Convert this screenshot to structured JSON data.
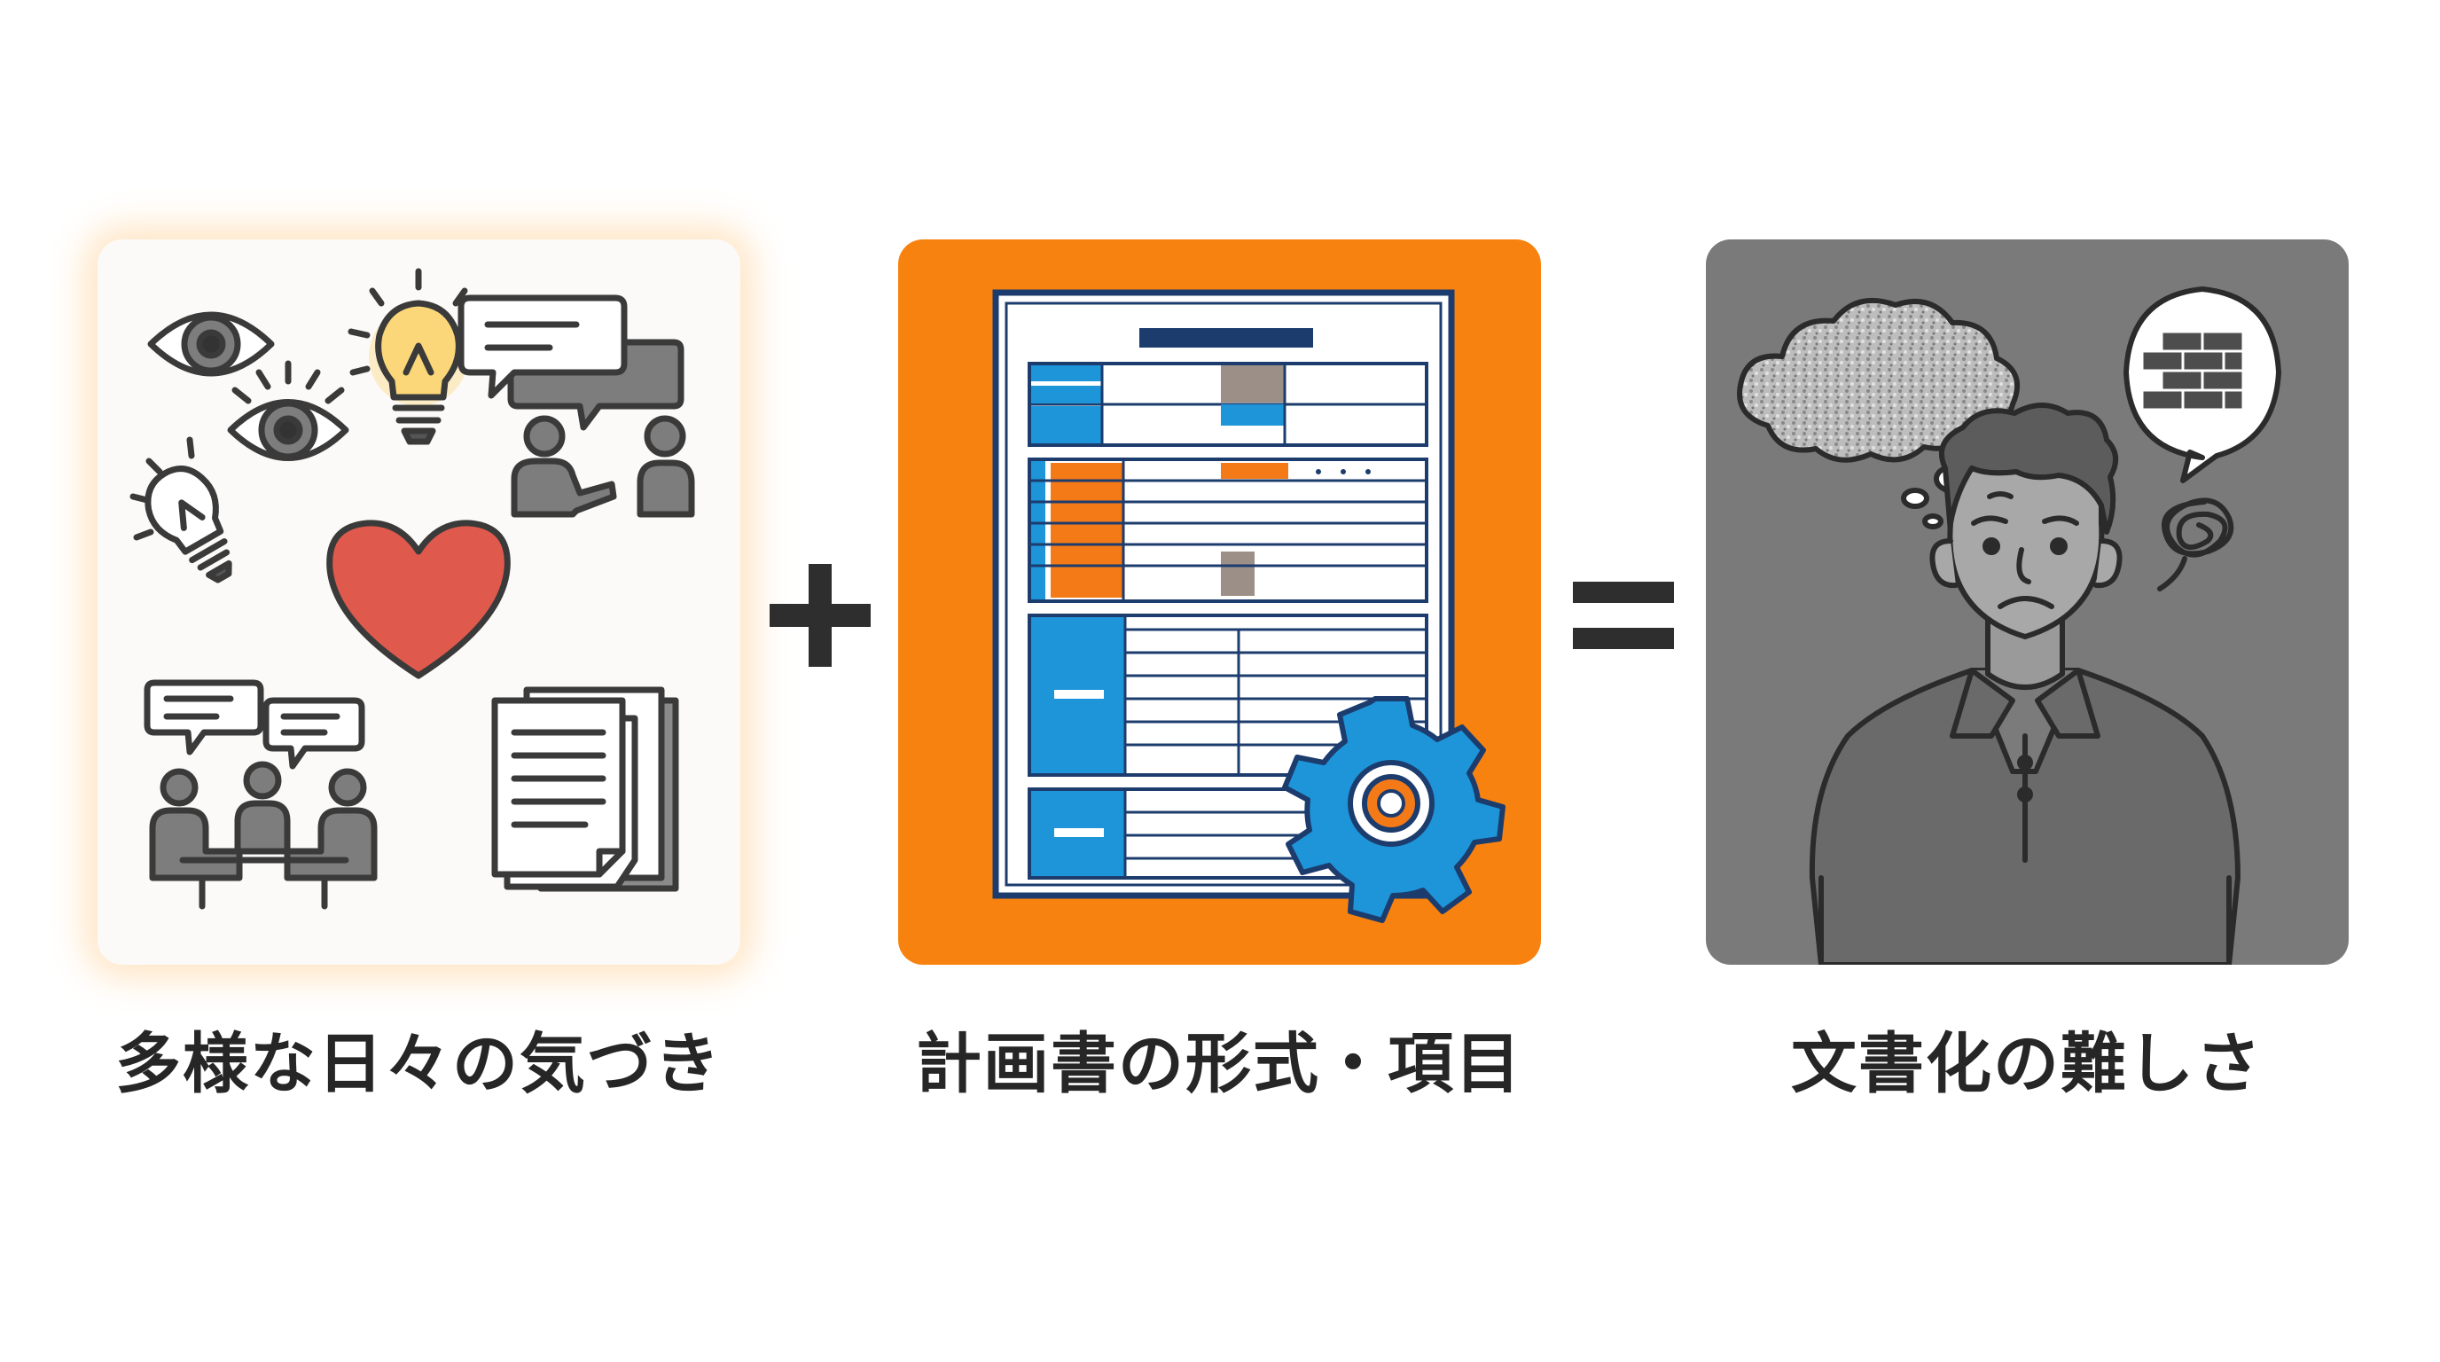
{
  "captions": {
    "left": "多様な日々の気づき",
    "middle": "計画書の形式・項目",
    "right": "文書化の難しさ"
  },
  "operators": {
    "plus": "plus-sign",
    "equals": "equals-sign"
  },
  "icons": {
    "left_panel": [
      "eye-icon",
      "lightbulb-icon",
      "speech-bubble-icon",
      "people-conversation-icon",
      "heart-icon",
      "meeting-icon",
      "documents-icon"
    ],
    "middle_panel": [
      "form-document-icon",
      "gear-icon"
    ],
    "right_panel": [
      "thought-cloud-icon",
      "brick-wall-bubble-icon",
      "tangled-scribble-icon",
      "worried-man-icon"
    ]
  },
  "colors": {
    "panel_a_bg": "#fbfaf8",
    "panel_a_glow": "#ffc478",
    "panel_b_bg": "#f7820f",
    "panel_c_bg": "#7a7a7a",
    "accent_blue": "#1d95d8",
    "accent_orange": "#f47a18",
    "heart_red": "#df5a4c",
    "navy": "#1d3c6e",
    "text": "#262626"
  }
}
